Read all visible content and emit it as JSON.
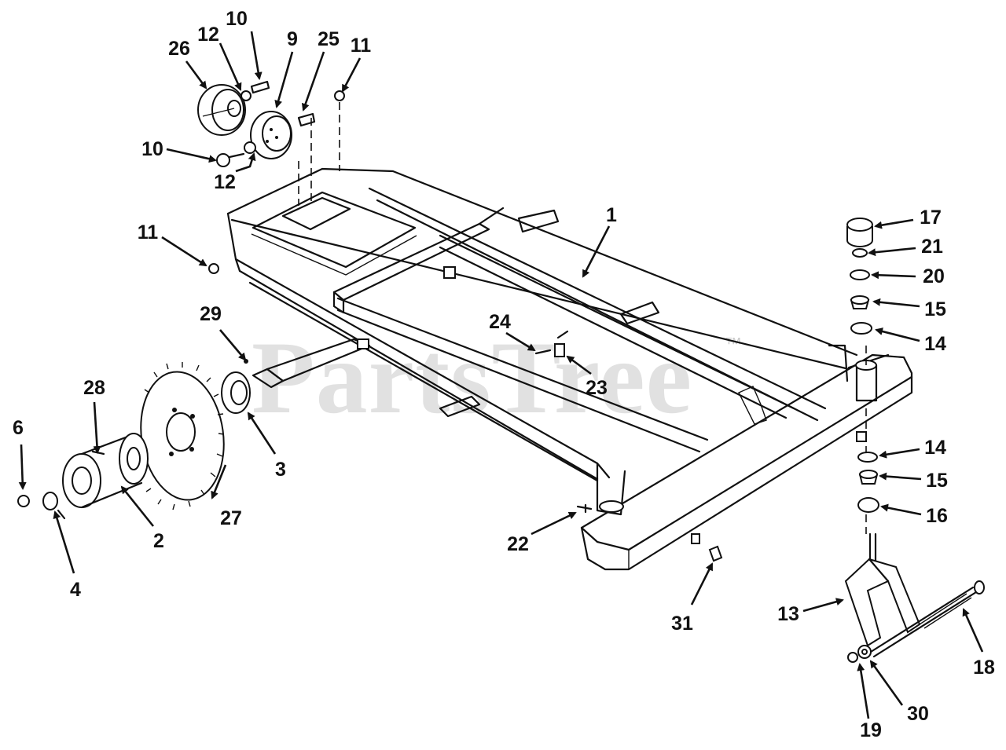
{
  "watermark": {
    "text": "PartsTree",
    "trademark": "™"
  },
  "callouts": [
    "1",
    "2",
    "3",
    "4",
    "6",
    "9",
    "10",
    "10",
    "11",
    "11",
    "12",
    "12",
    "13",
    "14",
    "14",
    "15",
    "15",
    "16",
    "17",
    "18",
    "19",
    "20",
    "21",
    "22",
    "23",
    "24",
    "25",
    "26",
    "27",
    "28",
    "29",
    "30",
    "31"
  ]
}
